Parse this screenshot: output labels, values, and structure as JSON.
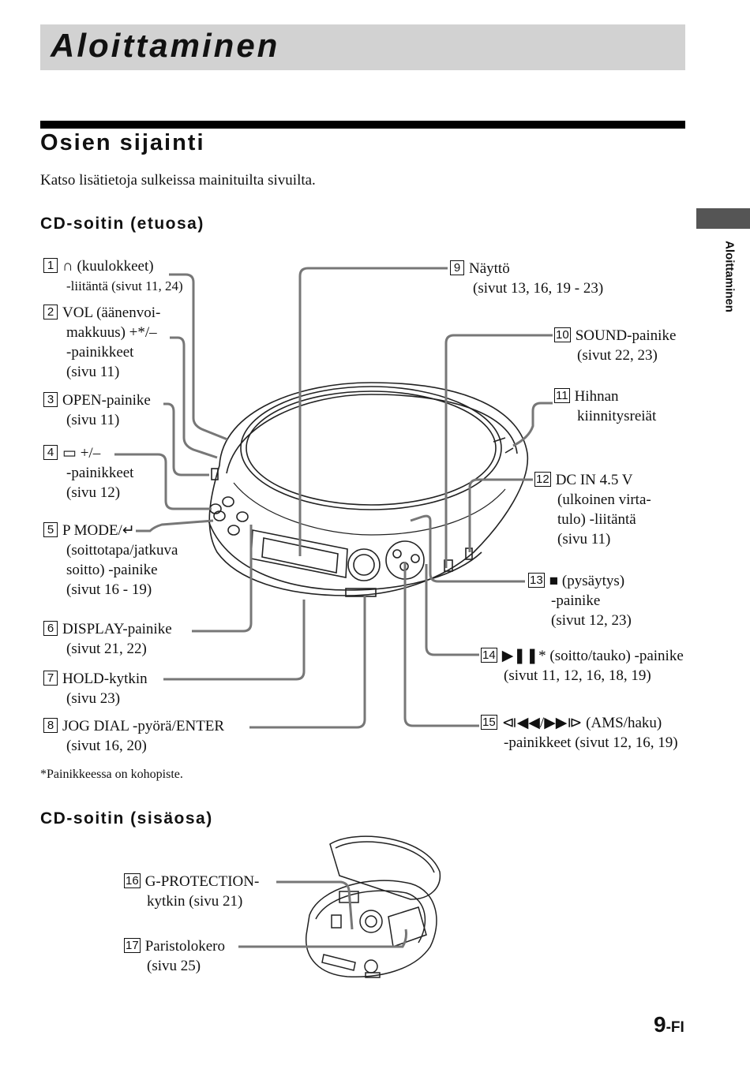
{
  "header": {
    "title": "Aloittaminen",
    "side_tab": "Aloittaminen"
  },
  "section": {
    "title": "Osien sijainti",
    "intro": "Katso lisätietoja sulkeissa mainituilta sivuilta."
  },
  "front": {
    "title": "CD-soitin (etuosa)",
    "labels": [
      {
        "n": "1",
        "lines": [
          "∩ (kuulokkeet)",
          "-liitäntä (sivut 11, 24)"
        ]
      },
      {
        "n": "2",
        "lines": [
          "VOL (äänenvoi-",
          "makkuus) +*/–",
          "-painikkeet",
          "(sivu 11)"
        ]
      },
      {
        "n": "3",
        "lines": [
          "OPEN-painike",
          "(sivu 11)"
        ]
      },
      {
        "n": "4",
        "lines": [
          "▭ +/–",
          "-painikkeet",
          "(sivu 12)"
        ]
      },
      {
        "n": "5",
        "lines": [
          "P MODE/↵",
          "(soittotapa/jatkuva",
          "soitto) -painike",
          "(sivut 16 - 19)"
        ]
      },
      {
        "n": "6",
        "lines": [
          "DISPLAY-painike",
          "(sivut 21, 22)"
        ]
      },
      {
        "n": "7",
        "lines": [
          "HOLD-kytkin",
          "(sivu 23)"
        ]
      },
      {
        "n": "8",
        "lines": [
          "JOG DIAL -pyörä/ENTER",
          "(sivut 16, 20)"
        ]
      },
      {
        "n": "9",
        "lines": [
          "Näyttö",
          "(sivut 13, 16, 19 - 23)"
        ]
      },
      {
        "n": "10",
        "lines": [
          "SOUND-painike",
          "(sivut 22, 23)"
        ]
      },
      {
        "n": "11",
        "lines": [
          "Hihnan",
          "kiinnitysreiät"
        ]
      },
      {
        "n": "12",
        "lines": [
          "DC IN 4.5 V",
          "(ulkoinen virta-",
          "tulo) -liitäntä",
          "(sivu 11)"
        ]
      },
      {
        "n": "13",
        "lines": [
          "■ (pysäytys)",
          "-painike",
          "(sivut 12, 23)"
        ]
      },
      {
        "n": "14",
        "lines": [
          "▶❚❚* (soitto/tauko) -painike",
          "(sivut 11, 12, 16, 18, 19)"
        ]
      },
      {
        "n": "15",
        "lines": [
          "⧏◀◀/▶▶⧐ (AMS/haku)",
          "-painikkeet (sivut 12, 16, 19)"
        ]
      }
    ],
    "footnote": "*Painikkeessa on kohopiste."
  },
  "inside": {
    "title": "CD-soitin (sisäosa)",
    "labels": [
      {
        "n": "16",
        "lines": [
          "G-PROTECTION-",
          "kytkin (sivu 21)"
        ]
      },
      {
        "n": "17",
        "lines": [
          "Paristolokero",
          "(sivu 25)"
        ]
      }
    ]
  },
  "page": {
    "number": "9",
    "suffix": "-FI"
  }
}
